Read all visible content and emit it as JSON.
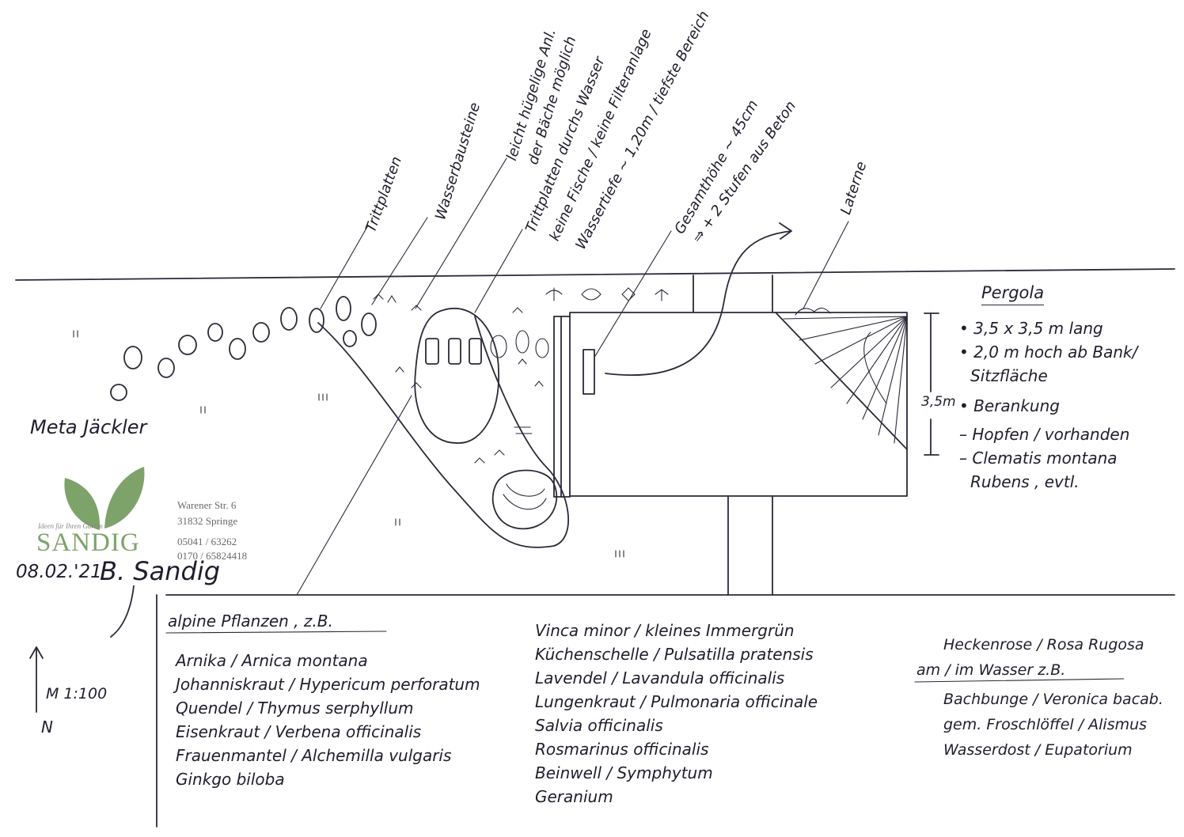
{
  "labels": {
    "trittplatten": "Trittplatten",
    "wasserbausteine": "Wasserbausteine",
    "huegelige": "leicht hügelige Anl.",
    "baeche": "der Bäche möglich",
    "trittplatten_wasser": "Trittplatten durchs Wasser",
    "keine_fische": "keine Fische / keine Filteranlage",
    "wassertiefe": "Wassertiefe ~ 1,20m / tiefste Bereich",
    "gesamthoehe": "Gesamthöhe ~ 45cm",
    "stufen": "⇒ + 2 Stufen aus Beton",
    "laterne": "Laterne"
  },
  "pergola": {
    "title": "Pergola",
    "items": [
      "• 3,5 x 3,5 m lang",
      "• 2,0 m hoch ab Bank/",
      "Sitzfläche",
      "• Berankung",
      "– Hopfen / vorhanden",
      "– Clematis montana",
      "Rubens , evtl."
    ],
    "dimension": "3,5m"
  },
  "client": "Meta Jäckler",
  "date": "08.02.'21",
  "signature": "B. Sandig",
  "scale": "M 1:100",
  "north": "N",
  "company": {
    "tagline": "Ideen für Ihren Garten",
    "name": "SANDIG",
    "street": "Warener Str. 6",
    "city": "31832 Springe",
    "phone": "05041 / 63262",
    "mobile": "0170 / 65824418",
    "leaf_color": "#7ea36a"
  },
  "plants": {
    "alpine_title": "alpine Pflanzen , z.B.",
    "alpine": [
      "Arnika / Arnica montana",
      "Johanniskraut / Hypericum perforatum",
      "Quendel / Thymus serphyllum",
      "Eisenkraut / Verbena officinalis",
      "Frauenmantel / Alchemilla vulgaris",
      "Ginkgo biloba"
    ],
    "middle": [
      "Vinca minor / kleines Immergrün",
      "Küchenschelle / Pulsatilla pratensis",
      "Lavendel / Lavandula officinalis",
      "Lungenkraut / Pulmonaria officinale",
      "Salvia officinalis",
      "Rosmarinus officinalis",
      "Beinwell / Symphytum",
      "Geranium"
    ],
    "hedge": "Heckenrose / Rosa Rugosa",
    "water_title": "am / im Wasser z.B.",
    "water": [
      "Bachbunge / Veronica bacab.",
      "gem. Froschlöffel / Alismus",
      "Wasserdost / Eupatorium"
    ]
  }
}
